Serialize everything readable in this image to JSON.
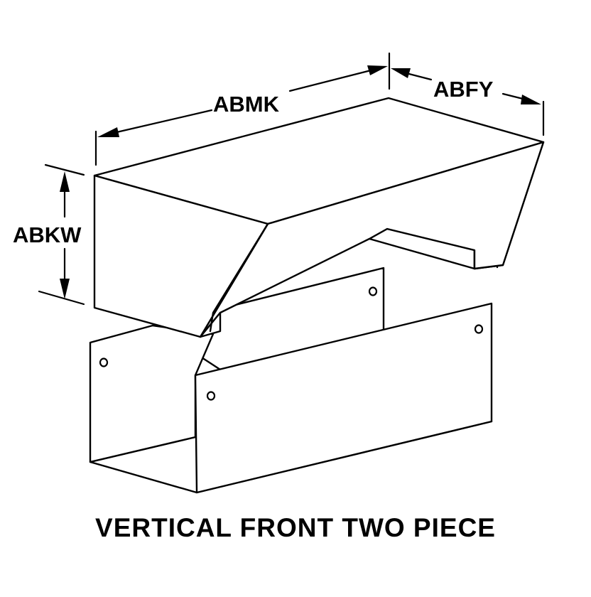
{
  "dimensions": {
    "length": "ABMK",
    "depth": "ABFY",
    "height": "ABKW"
  },
  "caption": "VERTICAL FRONT TWO PIECE"
}
